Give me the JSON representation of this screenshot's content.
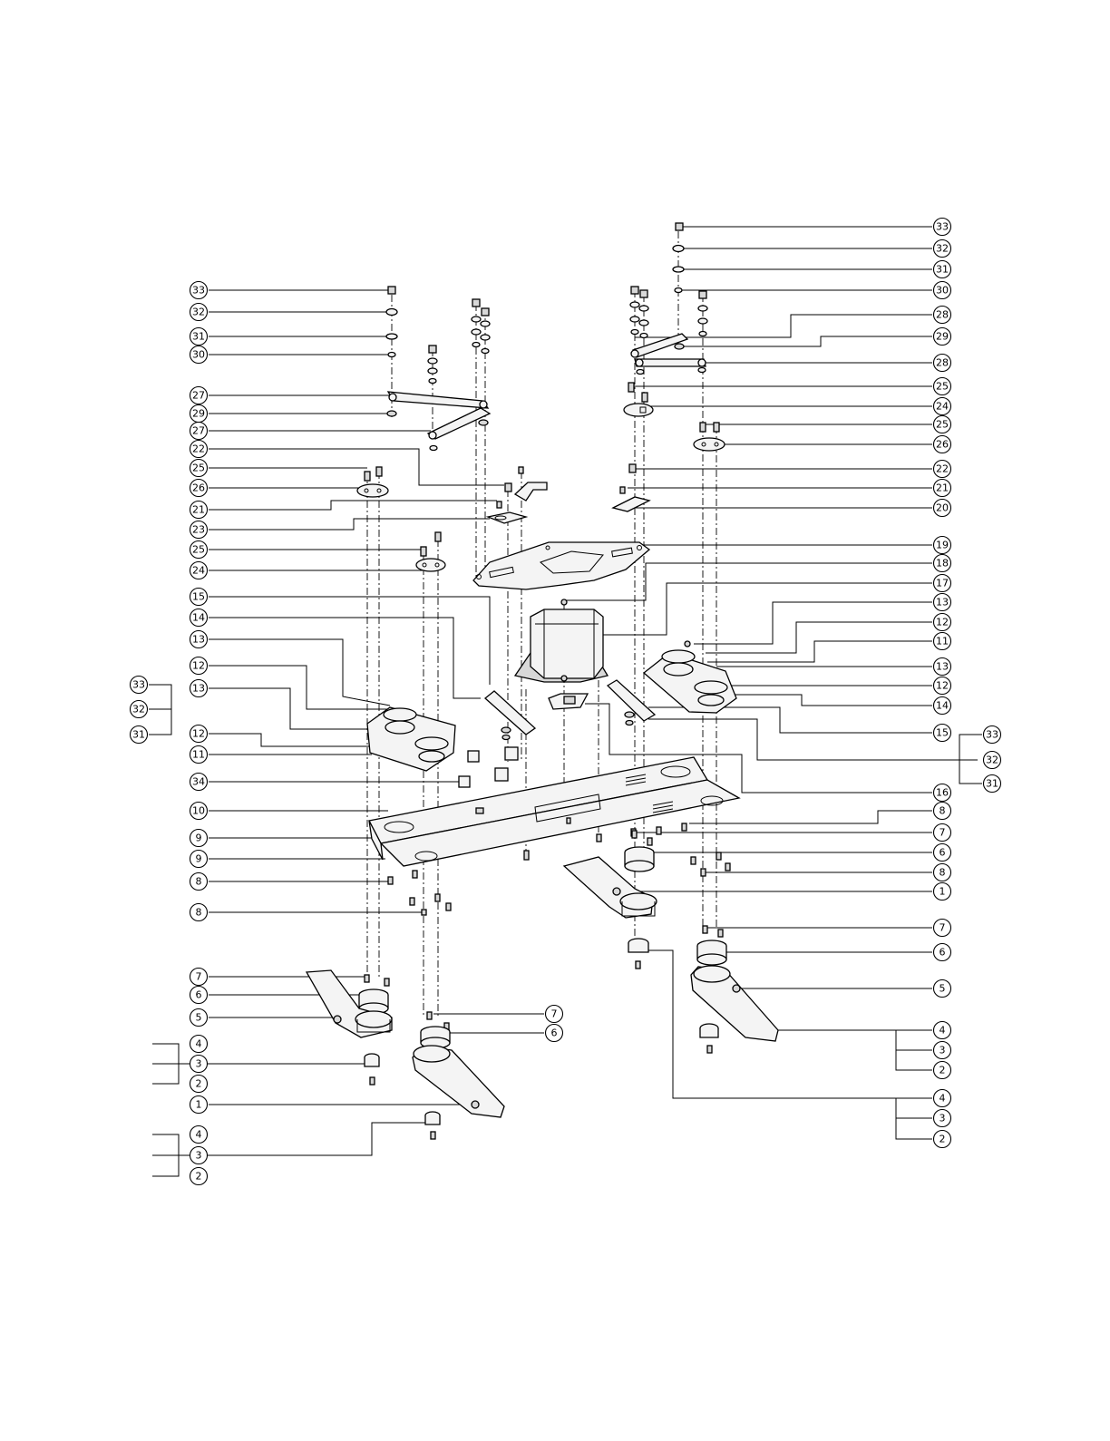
{
  "callouts": {
    "left": [
      "33",
      "32",
      "31",
      "30",
      "27",
      "29",
      "27",
      "22",
      "25",
      "26",
      "21",
      "23",
      "25",
      "24",
      "15",
      "14",
      "13",
      "12",
      "13",
      "12",
      "11",
      "34",
      "10",
      "9",
      "9",
      "8",
      "8",
      "7",
      "6",
      "5",
      "4",
      "3",
      "2",
      "1",
      "4",
      "3",
      "2"
    ],
    "far_left": [
      "33",
      "32",
      "31"
    ],
    "right": [
      "33",
      "32",
      "31",
      "30",
      "28",
      "29",
      "28",
      "25",
      "24",
      "25",
      "26",
      "22",
      "21",
      "20",
      "19",
      "18",
      "17",
      "13",
      "12",
      "11",
      "13",
      "12",
      "14",
      "15",
      "33",
      "32",
      "31",
      "16",
      "8",
      "7",
      "6",
      "8",
      "1",
      "7",
      "6",
      "5",
      "4",
      "3",
      "2",
      "4",
      "3",
      "2"
    ],
    "inline": [
      "7",
      "6"
    ]
  }
}
